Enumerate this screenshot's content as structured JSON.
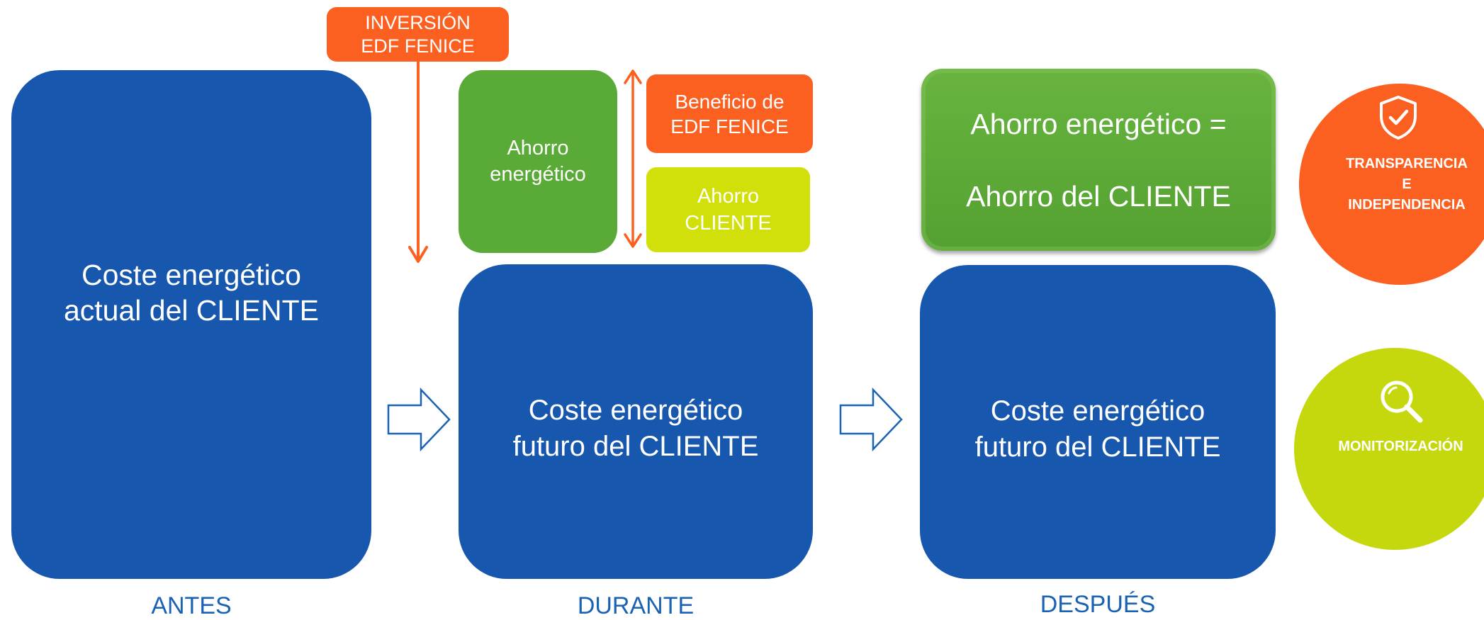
{
  "inversion": {
    "line1": "INVERSIÓN",
    "line2": "EDF FENICE"
  },
  "antes_box": {
    "line1": "Coste energético",
    "line2": "actual del CLIENTE"
  },
  "ahorro_energetico_box": {
    "line1": "Ahorro",
    "line2": "energético"
  },
  "beneficio": {
    "line1": "Beneficio de",
    "line2": "EDF FENICE"
  },
  "ahorro_cliente": {
    "line1": "Ahorro",
    "line2": "CLIENTE"
  },
  "durante_box": {
    "line1": "Coste energético",
    "line2": "futuro del CLIENTE"
  },
  "despues_green": {
    "line1": "Ahorro energético =",
    "line2": "Ahorro del CLIENTE"
  },
  "despues_box": {
    "line1": "Coste energético",
    "line2": "futuro del CLIENTE"
  },
  "transparencia": {
    "line1": "TRANSPARENCIA",
    "line2": "E",
    "line3": "INDEPENDENCIA"
  },
  "monitorizacion": {
    "label": "MONITORIZACIÓN"
  },
  "phases": {
    "antes": "ANTES",
    "durante": "DURANTE",
    "despues": "DESPUÉS"
  },
  "colors": {
    "blue": "#1857ae",
    "green": "#5aaa37",
    "orange": "#fb6020",
    "lime": "#d1e00a",
    "phase_text": "#1a62b3",
    "outline_arrow": "#1a62b3"
  },
  "icons": {
    "transparencia": "shield-check-icon",
    "monitorizacion": "magnifier-icon"
  }
}
